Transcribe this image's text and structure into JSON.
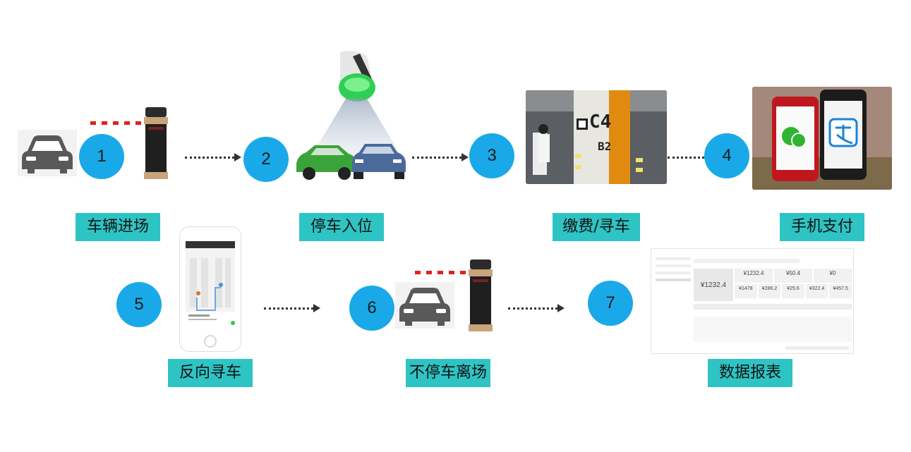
{
  "steps": [
    {
      "number": "1",
      "label": "车辆进场"
    },
    {
      "number": "2",
      "label": "停车入位"
    },
    {
      "number": "3",
      "label": "缴费/寻车"
    },
    {
      "number": "4",
      "label": "手机支付"
    },
    {
      "number": "5",
      "label": "反向寻车"
    },
    {
      "number": "6",
      "label": "不停车离场"
    },
    {
      "number": "7",
      "label": "数据报表"
    }
  ],
  "photo_signs": {
    "pillar_top": "C4",
    "pillar_bottom": "B2"
  },
  "dashboard": {
    "total_amount": "¥1232.4",
    "metrics_top": [
      "¥1232.4",
      "¥50.4",
      "¥0"
    ],
    "metrics_bottom": [
      "¥1478",
      "¥286.2",
      "¥25.6",
      "¥322.4",
      "¥457.5"
    ]
  },
  "colors": {
    "circle": "#1aa9e8",
    "label": "#2ec4c4",
    "arrow": "#333333"
  }
}
